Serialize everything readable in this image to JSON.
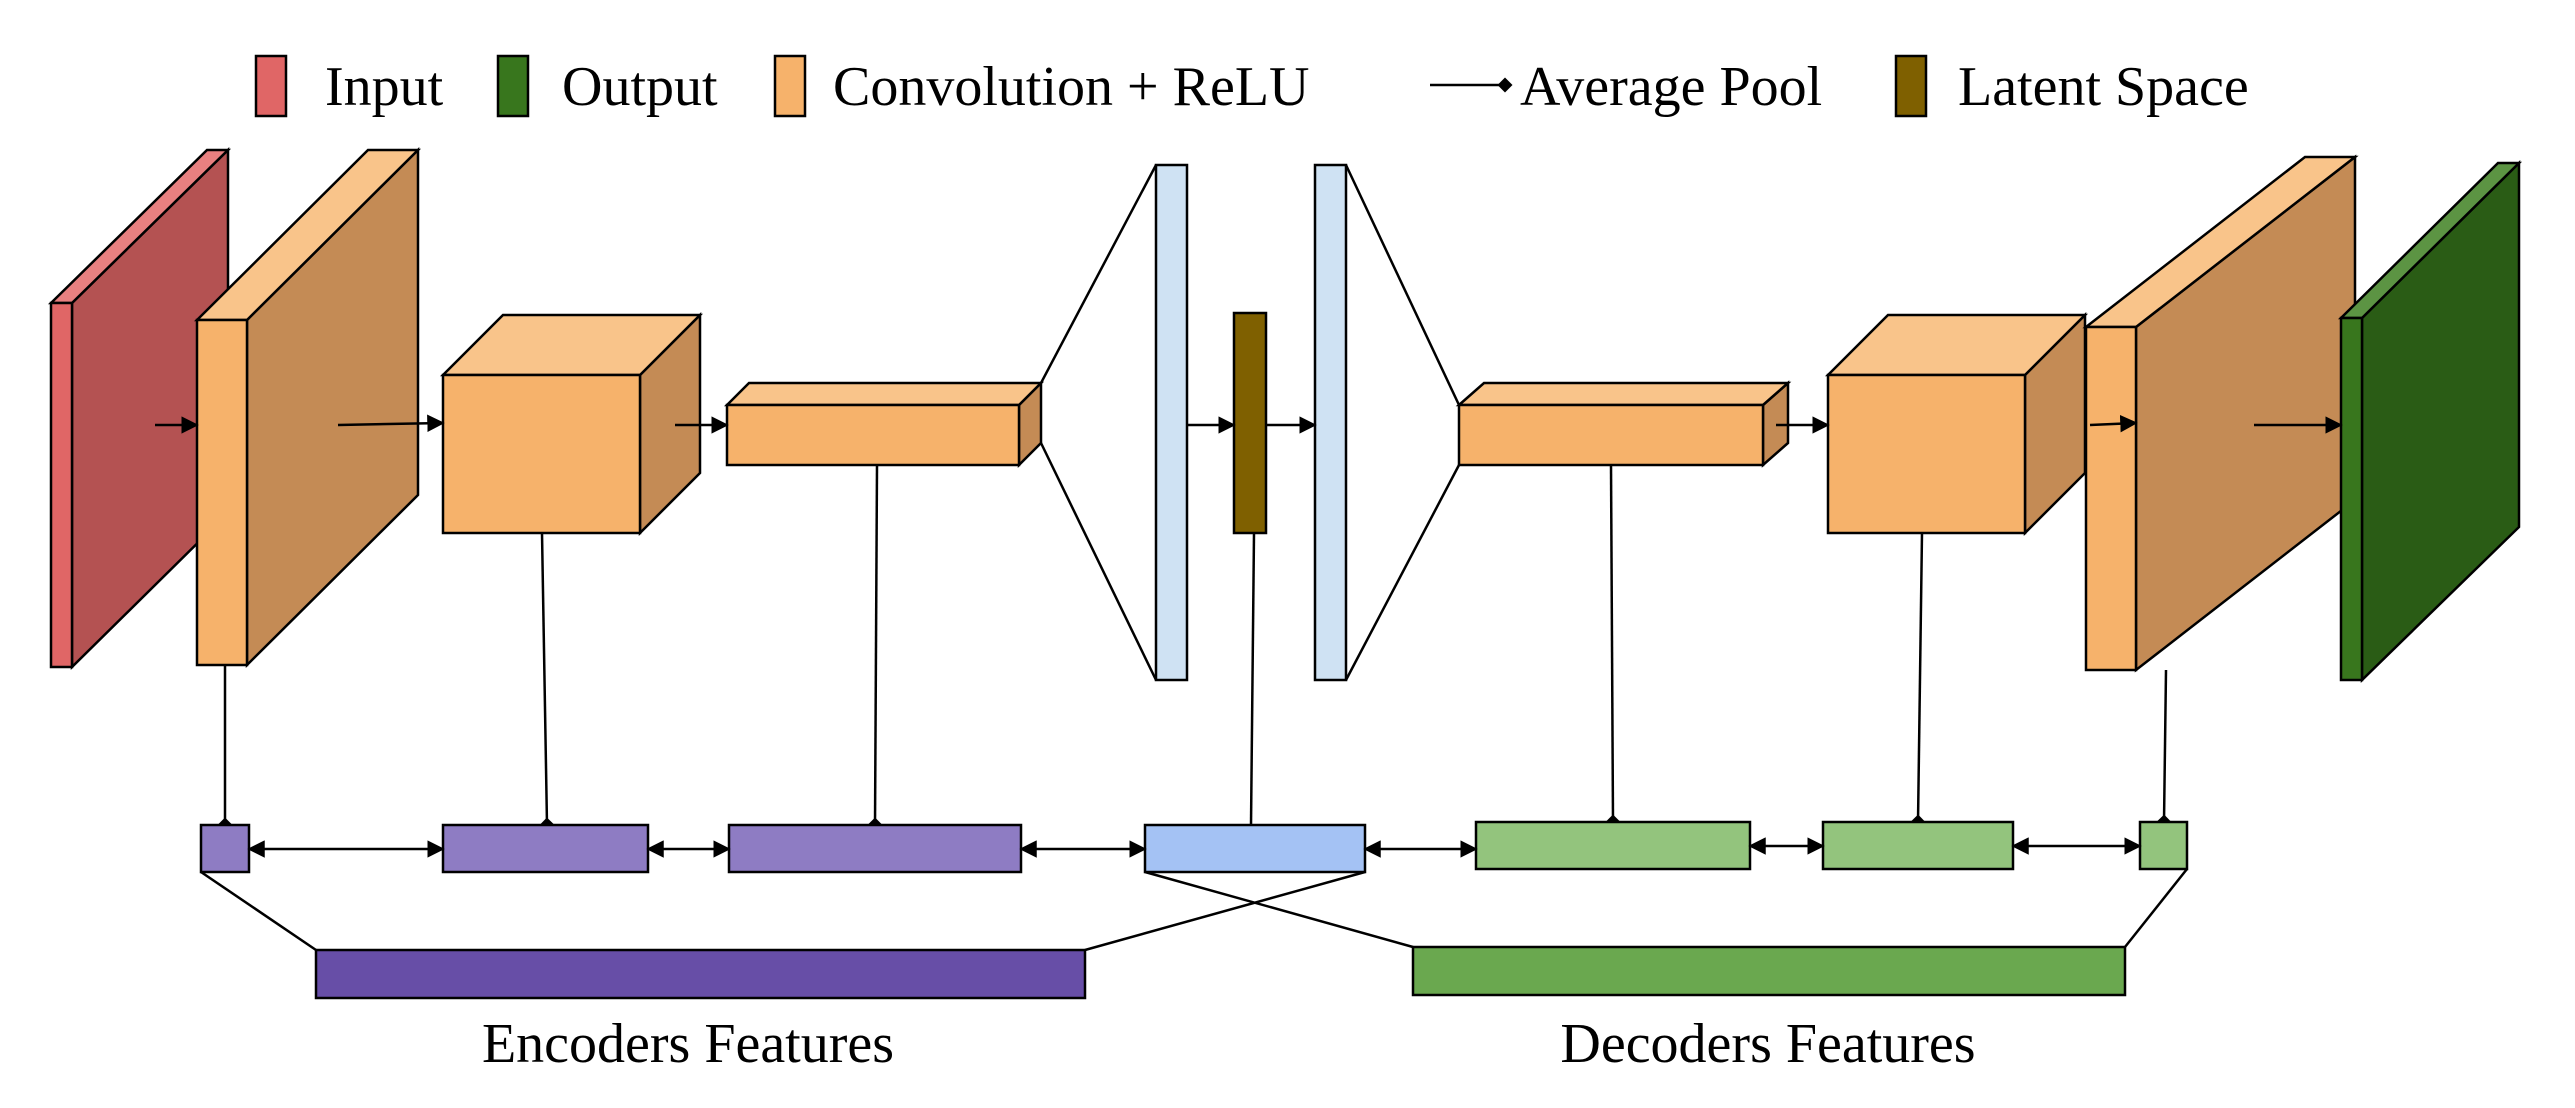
{
  "legend": {
    "input": "Input",
    "output": "Output",
    "conv": "Convolution + ReLU",
    "pool": "Average Pool",
    "latent": "Latent Space"
  },
  "captions": {
    "encoders": "Encoders Features",
    "decoders": "Decoders Features"
  },
  "colors": {
    "input_front": "#e06666",
    "input_side": "#b45252",
    "input_top": "#e88080",
    "conv_front": "#f6b26b",
    "conv_side": "#c48b55",
    "conv_top": "#f9c48a",
    "output_front": "#38761d",
    "output_side": "#2a5c15",
    "output_top": "#5c9443",
    "latent": "#7f6000",
    "flat_light": "#cfe2f3",
    "enc_feat": "#8e7cc3",
    "enc_big": "#674ea7",
    "latent_feat": "#a4c2f4",
    "dec_feat": "#93c47d",
    "dec_big": "#6aa84f"
  }
}
